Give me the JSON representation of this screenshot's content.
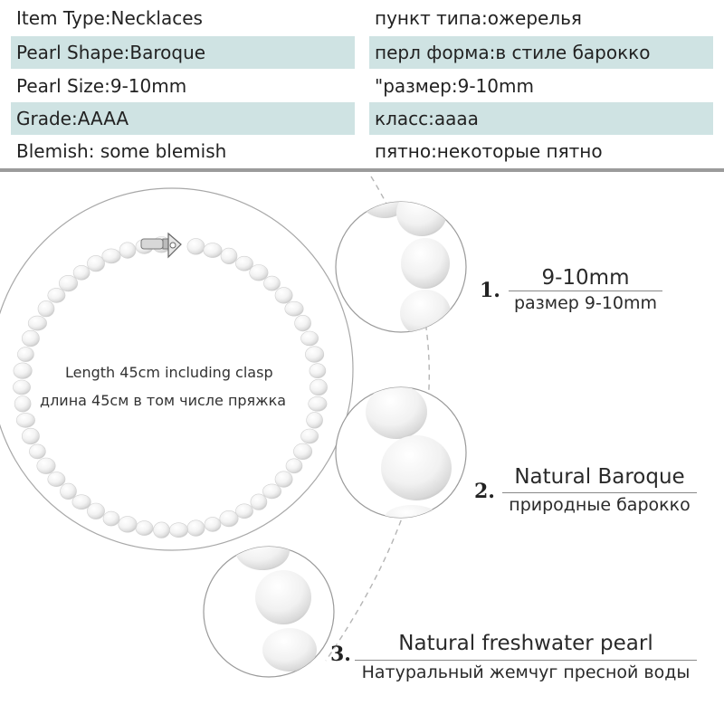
{
  "spec_table": {
    "rows": [
      {
        "left": "Item Type:Necklaces",
        "right": "пункт типа:ожерелья",
        "shaded": false
      },
      {
        "left": "Pearl Shape:Baroque",
        "right": "перл форма:в стиле барокко",
        "shaded": true
      },
      {
        "left": "Pearl Size:9-10mm",
        "right": "\"размер:9-10mm",
        "shaded": false
      },
      {
        "left": "Grade:AAAA",
        "right": "класс:аааа",
        "shaded": true
      },
      {
        "left": "Blemish: some blemish",
        "right": "пятно:некоторые пятно",
        "shaded": false
      }
    ]
  },
  "necklace": {
    "length_en": "Length 45cm including clasp",
    "length_ru": "длина 45см в том числе пряжка"
  },
  "features": [
    {
      "number": "1.",
      "title": "9-10mm",
      "subtitle": "размер 9-10mm"
    },
    {
      "number": "2.",
      "title": "Natural Baroque",
      "subtitle": "природные барокко"
    },
    {
      "number": "3.",
      "title": "Natural freshwater pearl",
      "subtitle": "Натуральный жемчуг пресной воды"
    }
  ],
  "colors": {
    "shade": "#cfe3e3",
    "rule": "#9b9b9b",
    "pearl": "#f4f4f4"
  }
}
